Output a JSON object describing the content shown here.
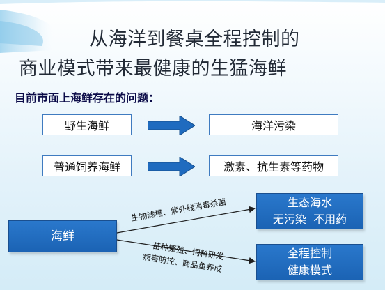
{
  "title": {
    "line1": "从海洋到餐桌全程控制的",
    "line2": "商业模式带来最健康的生猛海鲜"
  },
  "issues_heading": "目前市面上海鲜存在的问题：",
  "problems": [
    {
      "source": "野生海鲜",
      "effect": "海洋污染"
    },
    {
      "source": "普通饲养海鲜",
      "effect": "激素、抗生素等药物"
    }
  ],
  "solution": {
    "origin": "海鲜",
    "branch_top": {
      "label": "生物滤槽、紫外线消毒杀菌",
      "result_line1": "生态海水",
      "result_line2": "无污染  不用药"
    },
    "branch_bottom": {
      "label_line1": "苗种繁殖、饲料研发",
      "label_line2": "病害防控、商品鱼养成",
      "result_line1": "全程控制",
      "result_line2": "健康模式"
    }
  },
  "colors": {
    "accent_blue": "#1f6bbf",
    "title_text": "#222a36",
    "heading_text": "#0b0b48"
  }
}
